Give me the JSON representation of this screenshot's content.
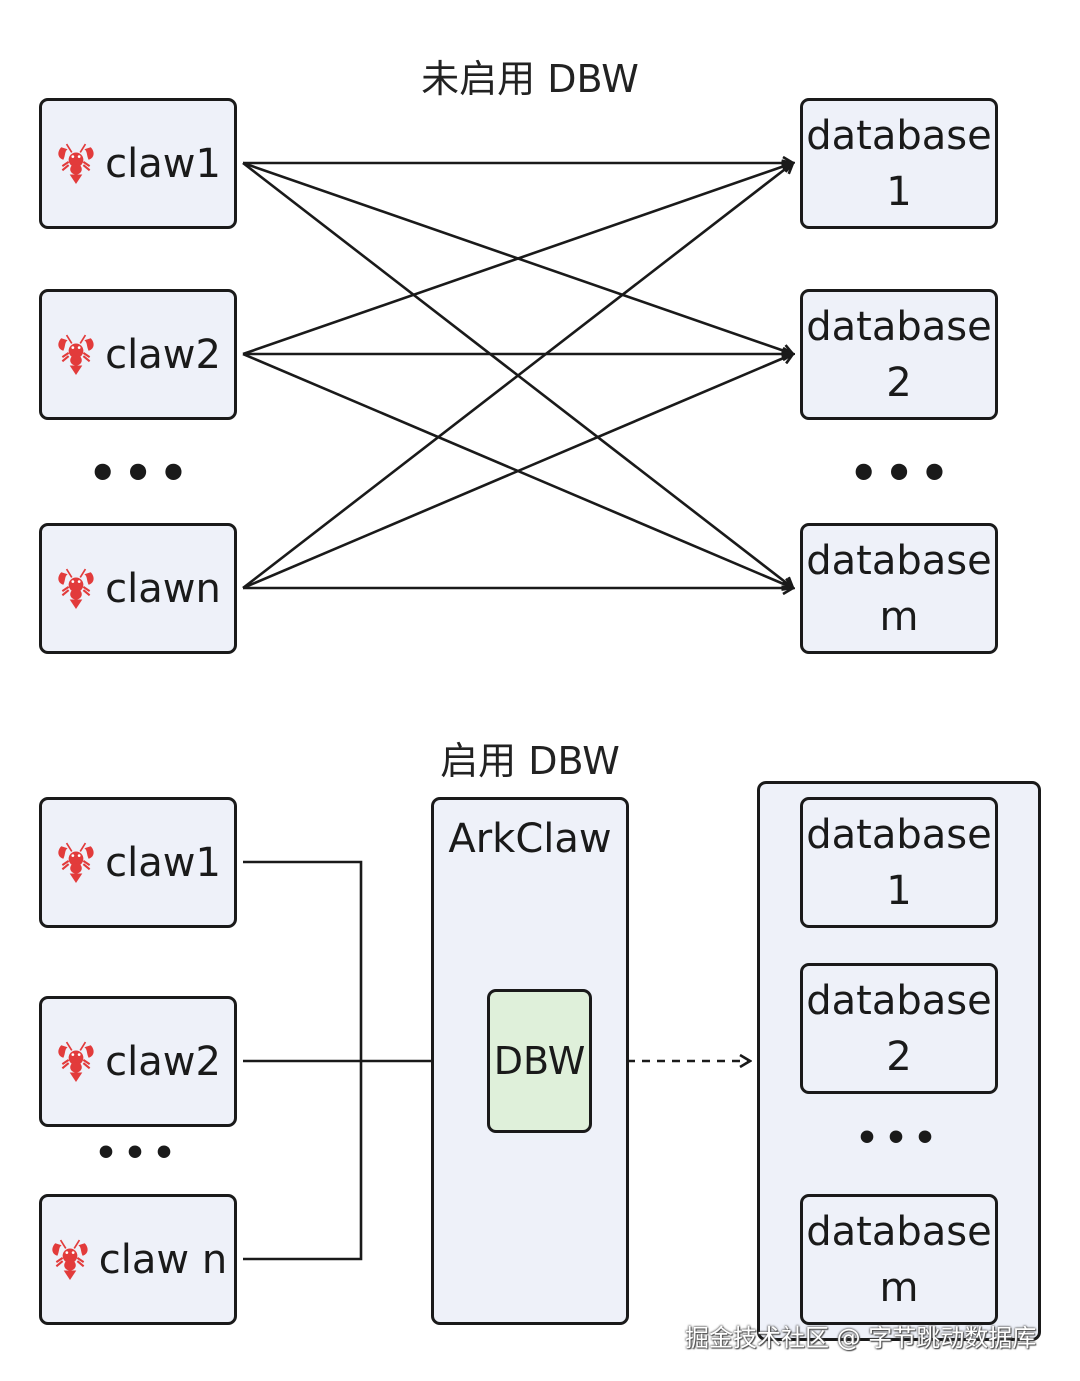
{
  "top": {
    "title": "未启用 DBW",
    "claws": [
      "claw1",
      "claw2",
      "clawn"
    ],
    "databases": [
      [
        "database",
        "1"
      ],
      [
        "database",
        "2"
      ],
      [
        "database",
        "m"
      ]
    ],
    "left_ellipsis": "•••",
    "right_ellipsis": "•••"
  },
  "bottom": {
    "title": "启用 DBW",
    "claws": [
      "claw1",
      "claw2",
      "claw n"
    ],
    "left_ellipsis": "•••",
    "container_title": "ArkClaw",
    "dbw_label": "DBW",
    "databases": [
      [
        "database",
        "1"
      ],
      [
        "database",
        "2"
      ],
      [
        "database",
        "m"
      ]
    ],
    "right_ellipsis": "•••"
  },
  "watermark": "掘金技术社区 @ 字节跳动数据库",
  "colors": {
    "box_fill": "#eef1f9",
    "dbw_fill": "#dff0da",
    "stroke": "#1a1a1a",
    "lobster": "#e23b3b"
  },
  "icons": {
    "claw_icon": "lobster-icon"
  }
}
